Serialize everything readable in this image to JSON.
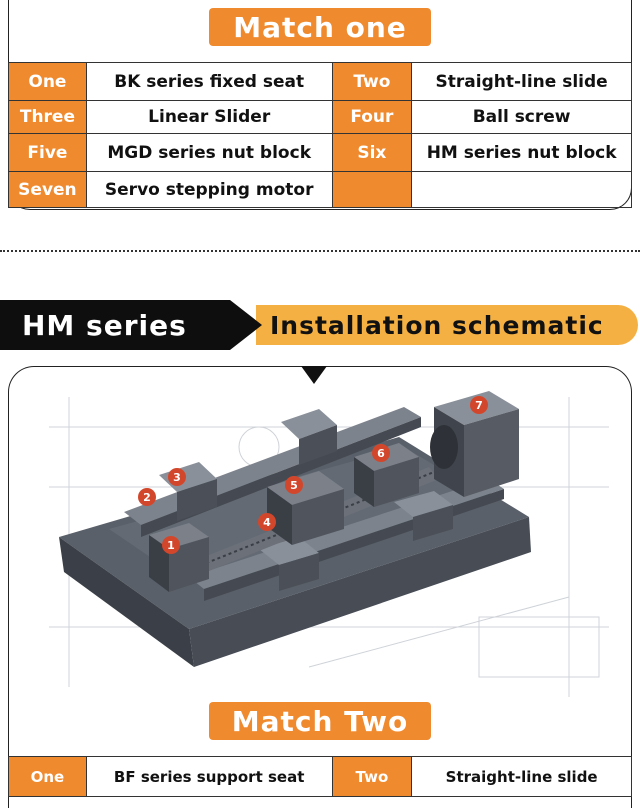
{
  "section1": {
    "title": "Match one",
    "rows": [
      [
        {
          "num": "One",
          "text": "BK series fixed seat"
        },
        {
          "num": "Two",
          "text": "Straight-line slide"
        }
      ],
      [
        {
          "num": "Three",
          "text": "Linear Slider"
        },
        {
          "num": "Four",
          "text": "Ball screw"
        }
      ],
      [
        {
          "num": "Five",
          "text": "MGD series nut block"
        },
        {
          "num": "Six",
          "text": "HM series nut block"
        }
      ],
      [
        {
          "num": "Seven",
          "text": "Servo stepping motor"
        },
        {
          "num": "",
          "text": ""
        }
      ]
    ]
  },
  "banner": {
    "series": "HM series",
    "subtitle": "Installation schematic"
  },
  "schematic": {
    "markers": [
      "1",
      "2",
      "3",
      "4",
      "5",
      "6",
      "7"
    ]
  },
  "section2": {
    "title": "Match Two",
    "rows": [
      [
        {
          "num": "One",
          "text": "BF series support seat"
        },
        {
          "num": "Two",
          "text": "Straight-line slide"
        }
      ]
    ]
  },
  "colors": {
    "accent_orange": "#ef8a2e",
    "banner_orange": "#f4b043",
    "banner_black": "#0e0e0e",
    "marker_red": "#d2472c",
    "machine_gray": "#4f5560"
  }
}
